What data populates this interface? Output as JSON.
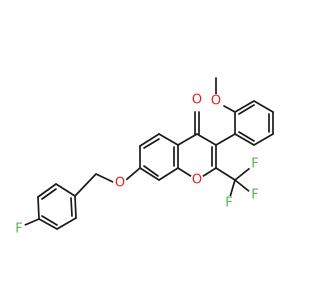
{
  "colors": {
    "bond": "#1a1a1a",
    "oxygen": "#e8221c",
    "fluorine": "#58b94a",
    "background": "#ffffff"
  },
  "atoms": {
    "o_carbonyl": {
      "label": "O",
      "element": "O"
    },
    "o_methoxy": {
      "label": "O",
      "element": "O"
    },
    "o_ring": {
      "label": "O",
      "element": "O"
    },
    "o_ether": {
      "label": "O",
      "element": "O"
    },
    "f_aryl": {
      "label": "F",
      "element": "F"
    },
    "f_cf3_a": {
      "label": "F",
      "element": "F"
    },
    "f_cf3_b": {
      "label": "F",
      "element": "F"
    },
    "f_cf3_c": {
      "label": "F",
      "element": "F"
    }
  }
}
